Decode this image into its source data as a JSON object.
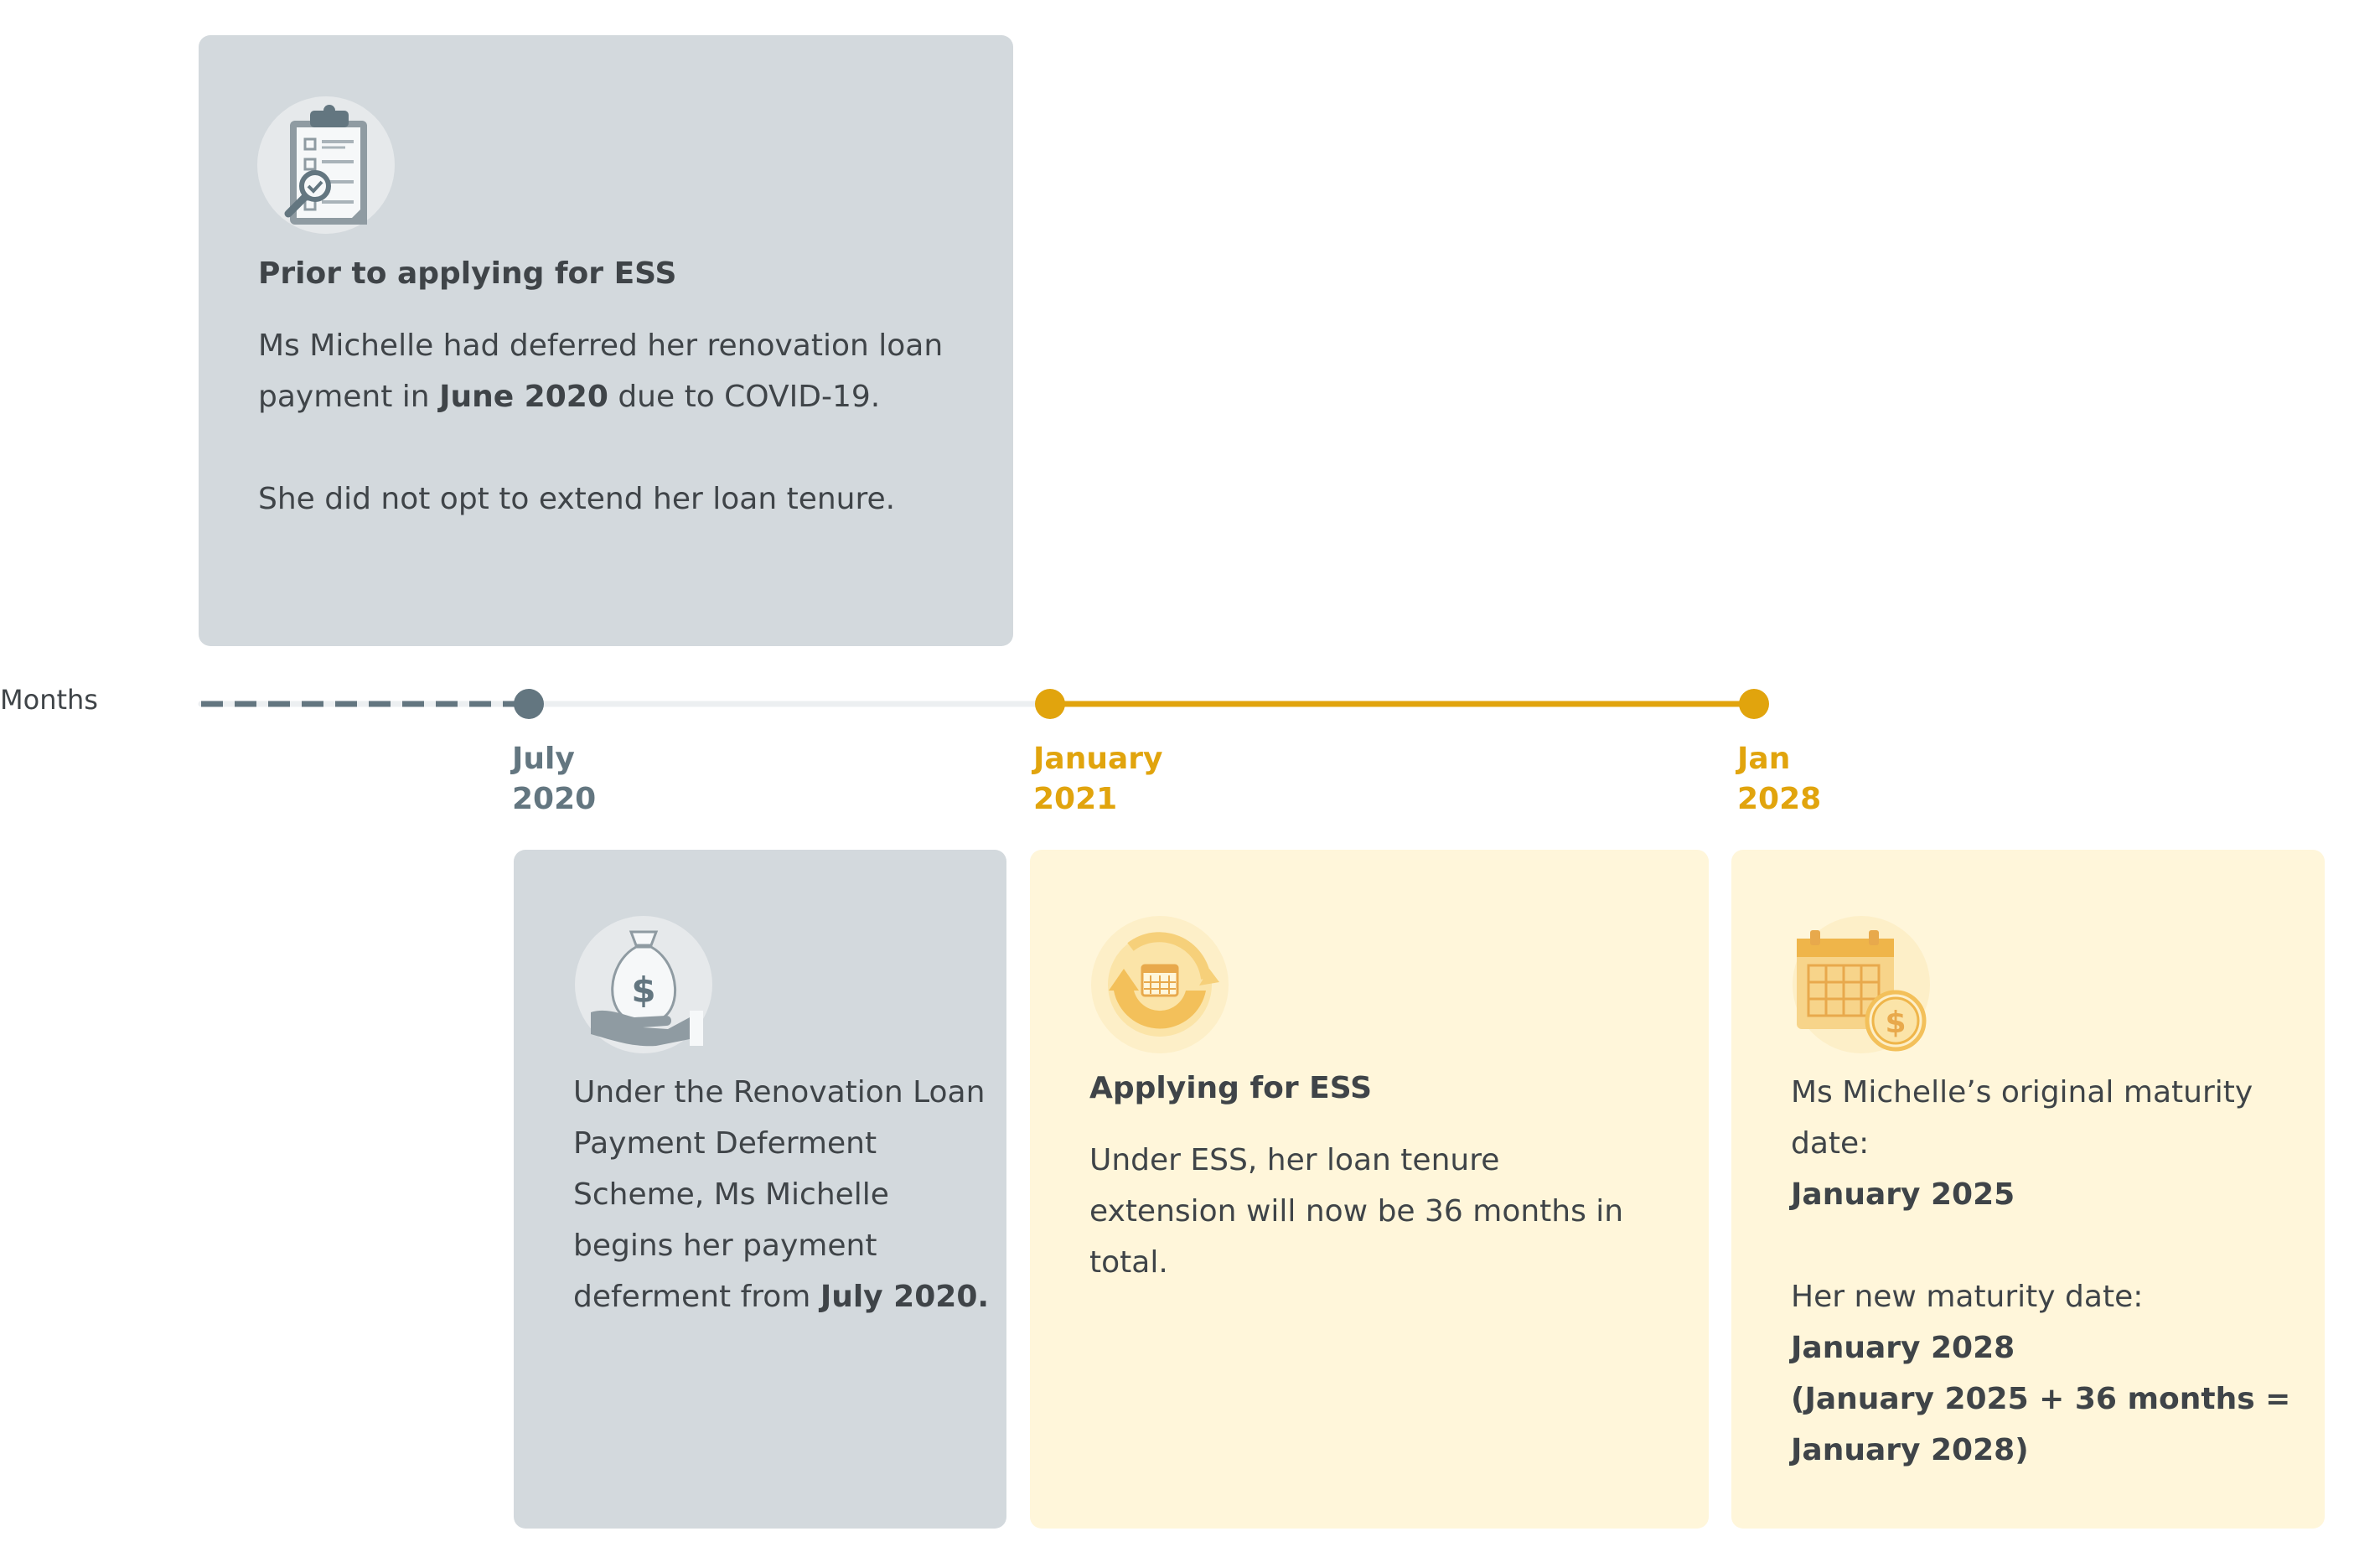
{
  "colors": {
    "grey_card": "#d3d9dd",
    "yellow_card": "#fff6da",
    "slate": "#637680",
    "gold": "#e1a40d",
    "track": "#eceff1",
    "text": "#3f4448"
  },
  "axis": {
    "label": "Months",
    "ticks": [
      {
        "line1": "July",
        "line2": "2020",
        "color": "slate"
      },
      {
        "line1": "January",
        "line2": "2021",
        "color": "gold"
      },
      {
        "line1": "Jan",
        "line2": "2028",
        "color": "gold"
      }
    ]
  },
  "cards": {
    "prior": {
      "icon": "clipboard-magnifier-icon",
      "title": "Prior to applying for ESS",
      "p1_a": "Ms Michelle had deferred her renovation loan payment in ",
      "p1_b": "June 2020",
      "p1_c": " due to COVID-19.",
      "p2": "She did not opt to extend her loan tenure."
    },
    "deferment": {
      "icon": "money-bag-hand-icon",
      "text_a": "Under the Renovation Loan Payment Deferment Scheme, Ms Michelle begins her payment deferment from ",
      "text_b": "July 2020."
    },
    "applying": {
      "icon": "calendar-cycle-icon",
      "title": "Applying for ESS",
      "text": "Under ESS, her loan tenure extension will now be 36 months in total."
    },
    "maturity": {
      "icon": "calendar-dollar-icon",
      "original_label": "Ms Michelle’s original maturity date:",
      "original_value": "January 2025",
      "new_label": "Her new maturity date:",
      "new_value": "January 2028",
      "calc_1": "(January 2025 + 36 months =",
      "calc_2": "January 2028)"
    }
  }
}
